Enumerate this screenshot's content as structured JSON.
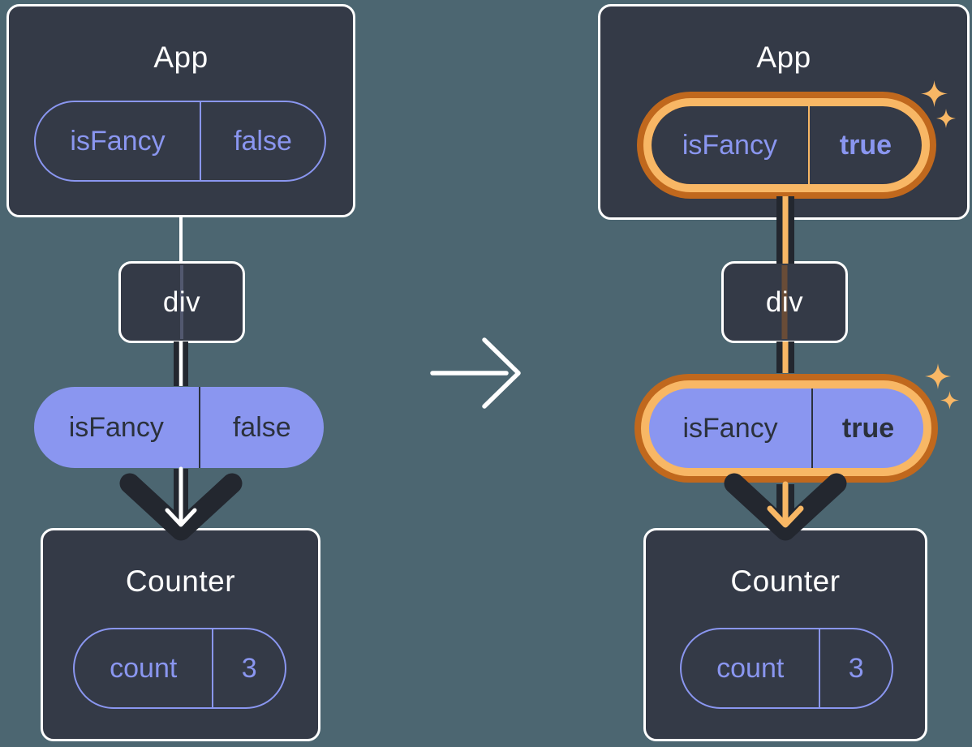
{
  "colors": {
    "background": "#4C6671",
    "component_fill": "#343A47",
    "component_border": "#FFFFFF",
    "accent_purple": "#8A96F0",
    "dark_ink": "#23272F",
    "pill_text_dark": "#2B313C",
    "highlight_orange": "#C0681D",
    "highlight_orange_light": "#F8B765"
  },
  "before": {
    "app_label": "App",
    "app_state": {
      "name": "isFancy",
      "value": "false"
    },
    "div_label": "div",
    "prop": {
      "name": "isFancy",
      "value": "false"
    },
    "counter_label": "Counter",
    "counter_state": {
      "name": "count",
      "value": "3"
    }
  },
  "after": {
    "app_label": "App",
    "app_state": {
      "name": "isFancy",
      "value": "true"
    },
    "div_label": "div",
    "prop": {
      "name": "isFancy",
      "value": "true"
    },
    "counter_label": "Counter",
    "counter_state": {
      "name": "count",
      "value": "3"
    }
  }
}
